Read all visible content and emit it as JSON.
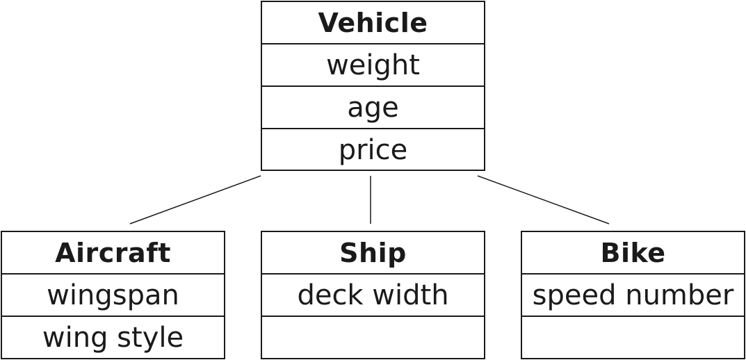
{
  "diagram": {
    "parent": {
      "name": "Vehicle",
      "attributes": [
        "weight",
        "age",
        "price"
      ]
    },
    "children": [
      {
        "name": "Aircraft",
        "attributes": [
          "wingspan",
          "wing style"
        ]
      },
      {
        "name": "Ship",
        "attributes": [
          "deck width",
          ""
        ]
      },
      {
        "name": "Bike",
        "attributes": [
          "speed number",
          ""
        ]
      }
    ]
  }
}
